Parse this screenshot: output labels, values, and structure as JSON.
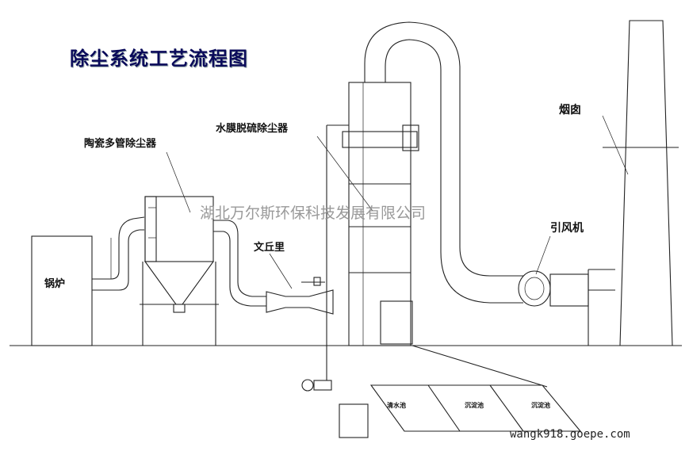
{
  "title": "除尘系统工艺流程图",
  "labels": {
    "ceramic_collector": "陶瓷多管除尘器",
    "water_film_scrubber": "水膜脱硫除尘器",
    "chimney": "烟囱",
    "induced_fan": "引风机",
    "venturi": "文丘里",
    "boiler": "锅炉",
    "clear_water_pool": "清水池",
    "sedimentation_pool_1": "沉淀池",
    "sedimentation_pool_2": "沉淀池"
  },
  "watermark": "湖北万尔斯环保科技发展有限公司",
  "source_url": "wangk918.goepe.com"
}
